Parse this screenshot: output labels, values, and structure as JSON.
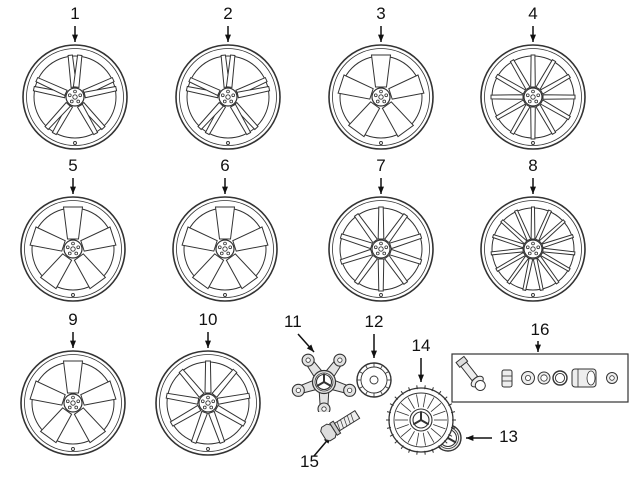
{
  "colors": {
    "line": "#333333",
    "label": "#111111",
    "shade": "#e3e3e3"
  },
  "parts": [
    {
      "label": "1",
      "kind": "alloy-wheel",
      "spokes": 5,
      "spoke_style": "paired"
    },
    {
      "label": "2",
      "kind": "alloy-wheel",
      "spokes": 5,
      "spoke_style": "paired"
    },
    {
      "label": "3",
      "kind": "alloy-wheel",
      "spokes": 5,
      "spoke_style": "wide"
    },
    {
      "label": "4",
      "kind": "alloy-wheel",
      "spokes": 12,
      "spoke_style": "thin"
    },
    {
      "label": "5",
      "kind": "alloy-wheel",
      "spokes": 5,
      "spoke_style": "wide"
    },
    {
      "label": "6",
      "kind": "alloy-wheel",
      "spokes": 5,
      "spoke_style": "wide"
    },
    {
      "label": "7",
      "kind": "alloy-wheel",
      "spokes": 10,
      "spoke_style": "thin"
    },
    {
      "label": "8",
      "kind": "alloy-wheel",
      "spokes": 15,
      "spoke_style": "thin"
    },
    {
      "label": "9",
      "kind": "alloy-wheel",
      "spokes": 5,
      "spoke_style": "wide"
    },
    {
      "label": "10",
      "kind": "alloy-wheel",
      "spokes": 9,
      "spoke_style": "thin"
    },
    {
      "label": "11",
      "kind": "spider-hub-carrier"
    },
    {
      "label": "12",
      "kind": "center-cap"
    },
    {
      "label": "13",
      "kind": "center-cap-star"
    },
    {
      "label": "14",
      "kind": "wheel-cover"
    },
    {
      "label": "15",
      "kind": "wheel-bolt"
    },
    {
      "label": "16",
      "kind": "valve-stem-kit"
    }
  ]
}
